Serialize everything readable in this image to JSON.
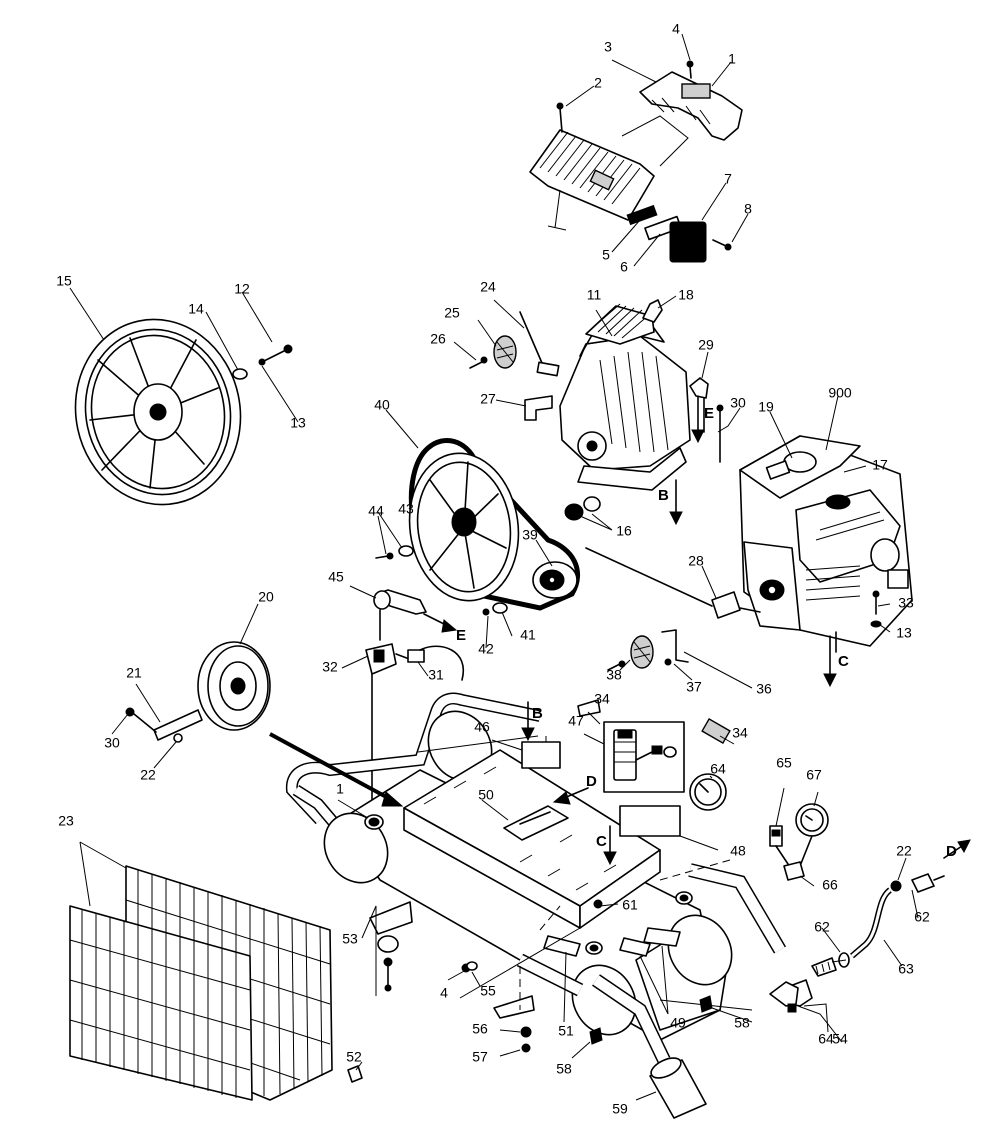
{
  "part_labels": [
    {
      "text": "4"
    },
    {
      "text": "1"
    },
    {
      "text": "3"
    },
    {
      "text": "2"
    },
    {
      "text": "7"
    },
    {
      "text": "8"
    },
    {
      "text": "5"
    },
    {
      "text": "6"
    },
    {
      "text": "15"
    },
    {
      "text": "12"
    },
    {
      "text": "14"
    },
    {
      "text": "13"
    },
    {
      "text": "24"
    },
    {
      "text": "25"
    },
    {
      "text": "26"
    },
    {
      "text": "11"
    },
    {
      "text": "18"
    },
    {
      "text": "29"
    },
    {
      "text": "27"
    },
    {
      "text": "30"
    },
    {
      "text": "900"
    },
    {
      "text": "19"
    },
    {
      "text": "17"
    },
    {
      "text": "40"
    },
    {
      "text": "16"
    },
    {
      "text": "44"
    },
    {
      "text": "43"
    },
    {
      "text": "39"
    },
    {
      "text": "28"
    },
    {
      "text": "45"
    },
    {
      "text": "41"
    },
    {
      "text": "42"
    },
    {
      "text": "33"
    },
    {
      "text": "13"
    },
    {
      "text": "20"
    },
    {
      "text": "32"
    },
    {
      "text": "31"
    },
    {
      "text": "21"
    },
    {
      "text": "38"
    },
    {
      "text": "37"
    },
    {
      "text": "36"
    },
    {
      "text": "30"
    },
    {
      "text": "22"
    },
    {
      "text": "34"
    },
    {
      "text": "46"
    },
    {
      "text": "47"
    },
    {
      "text": "34"
    },
    {
      "text": "1"
    },
    {
      "text": "50"
    },
    {
      "text": "64"
    },
    {
      "text": "65"
    },
    {
      "text": "67"
    },
    {
      "text": "23"
    },
    {
      "text": "48"
    },
    {
      "text": "22"
    },
    {
      "text": "66"
    },
    {
      "text": "62"
    },
    {
      "text": "61"
    },
    {
      "text": "53"
    },
    {
      "text": "62"
    },
    {
      "text": "63"
    },
    {
      "text": "4"
    },
    {
      "text": "55"
    },
    {
      "text": "49"
    },
    {
      "text": "58"
    },
    {
      "text": "64"
    },
    {
      "text": "51"
    },
    {
      "text": "54"
    },
    {
      "text": "56"
    },
    {
      "text": "57"
    },
    {
      "text": "58"
    },
    {
      "text": "52"
    },
    {
      "text": "59"
    }
  ],
  "flow_letters": [
    {
      "text": "E"
    },
    {
      "text": "B"
    },
    {
      "text": "C"
    },
    {
      "text": "E"
    },
    {
      "text": "B"
    },
    {
      "text": "D"
    },
    {
      "text": "C"
    },
    {
      "text": "D"
    }
  ]
}
